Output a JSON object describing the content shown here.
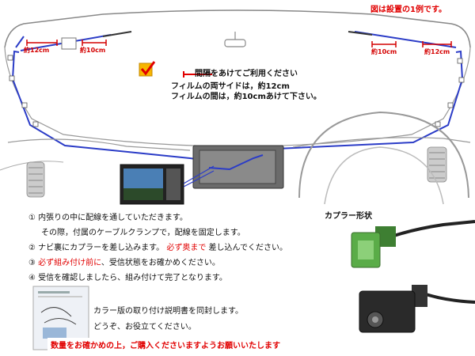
{
  "caption": "図は設置の1例です。",
  "notes": {
    "line1": "間隔をあけてご利用ください",
    "line2": "フィルムの両サイドは，約12cm",
    "line3": "フィルムの間は，約10cmあけて下さい。"
  },
  "measure_labels": {
    "left_12": "約12cm",
    "left_10": "約10cm",
    "right_10": "約10cm",
    "right_12": "約12cm"
  },
  "coupler_title": "カプラー形状",
  "steps": [
    {
      "num": "①",
      "text": "内張りの中に配線を通していただきます。"
    },
    {
      "num": "",
      "text": "その際，付属のケーブルクランプで，配線を固定します。"
    },
    {
      "num": "②",
      "pre": "ナビ裏にカプラーを差し込みます。",
      "red": "必ず奥まで",
      "post": "差し込んでください。"
    },
    {
      "num": "③",
      "red": "必ず組み付け前に",
      "post": "、受信状態をお確かめください。"
    },
    {
      "num": "④",
      "text": "受信を確認しましたら、組み付けて完了となります。"
    }
  ],
  "manual": {
    "line1": "カラー版の取り付け説明書を同封します。",
    "line2": "どうぞ、お役立てください。"
  },
  "banner": "数量をお確かめの上，ご購入くださいますようお願いいたします",
  "colors": {
    "red": "#e10000",
    "wire_blue": "#2b3cc7",
    "coupler_green": "#4e9a3e",
    "checkbox_orange": "#f7b500"
  }
}
